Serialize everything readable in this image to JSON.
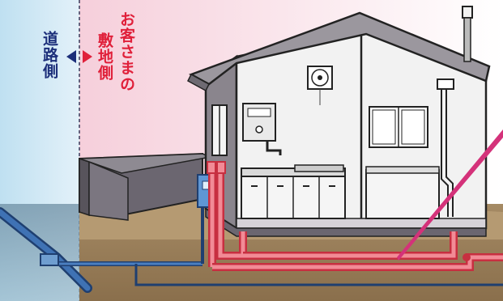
{
  "labels": {
    "road_side": "道路側",
    "customer_site_line1": "お客さまの",
    "customer_site_line2": "敷地側"
  },
  "icons": {
    "arrow_to_road": "triangle-left",
    "arrow_to_site": "triangle-right"
  },
  "colors": {
    "road_zone": "#cfe6f3",
    "site_zone": "#f8dbe4",
    "supply_pipe_blue": "#2e5f9e",
    "hot_pipe_red": "#ec5c6c",
    "road_label": "#1c2f7a",
    "site_label": "#e0203a",
    "pointer": "#d4327a"
  }
}
